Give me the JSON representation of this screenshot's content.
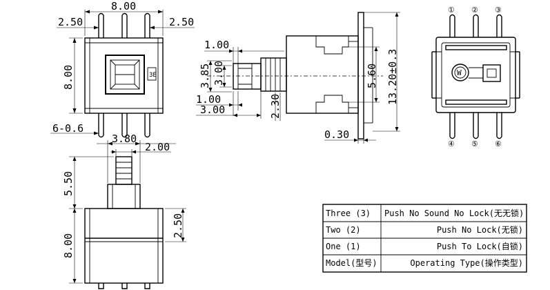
{
  "top_view": {
    "dims": {
      "width": "8.00",
      "left_margin": "2.50",
      "right_margin": "2.50",
      "height": "8.00",
      "pins": "6-0.6"
    },
    "marking": "3E"
  },
  "side_view": {
    "dims": {
      "offset_1": "1.00",
      "plunger_height": "3.85",
      "plunger_inner": "3.00",
      "bottom_offset": "1.00",
      "plunger_length": "3.00",
      "gap": "2.30",
      "body_height": "5.60",
      "total_height": "13.20±0.3",
      "thickness": "0.30"
    }
  },
  "pin_view": {
    "pin_labels": [
      "①",
      "②",
      "③",
      "④",
      "⑤",
      "⑥"
    ],
    "logo_text": "W"
  },
  "front_view": {
    "dims": {
      "plunger_width": "3.80",
      "stem_width": "2.00",
      "plunger_height": "5.50",
      "body_height": "8.00",
      "mid_height": "2.50"
    }
  },
  "spec_table": {
    "rows": [
      {
        "model": "Three  (3)",
        "type": "Push No Sound No Lock(无无锁)"
      },
      {
        "model": "Two    (2)",
        "type": "Push No Lock(无锁)"
      },
      {
        "model": "One    (1)",
        "type": "Push To Lock(自锁)"
      },
      {
        "model": "Model(型号)",
        "type": "Operating Type(操作类型)"
      }
    ]
  }
}
